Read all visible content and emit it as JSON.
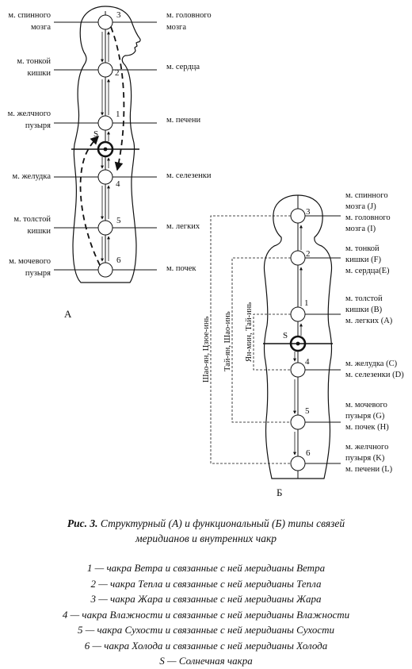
{
  "figure_a": {
    "label": "А",
    "left_labels": [
      {
        "id": "spinal",
        "lines": [
          "м. спинного",
          "мозга"
        ]
      },
      {
        "id": "small",
        "lines": [
          "м. тонкой",
          "кишки"
        ]
      },
      {
        "id": "gall",
        "lines": [
          "м. желчного",
          "пузыря"
        ]
      },
      {
        "id": "stomach",
        "lines": [
          "м. желудка"
        ]
      },
      {
        "id": "large",
        "lines": [
          "м. толстой",
          "кишки"
        ]
      },
      {
        "id": "bladder",
        "lines": [
          "м. мочевого",
          "пузыря"
        ]
      }
    ],
    "right_labels": [
      {
        "id": "brain",
        "lines": [
          "м. головного",
          "мозга"
        ]
      },
      {
        "id": "heart",
        "lines": [
          "м. сердца"
        ]
      },
      {
        "id": "liver",
        "lines": [
          "м. печени"
        ]
      },
      {
        "id": "spleen",
        "lines": [
          "м. селезенки"
        ]
      },
      {
        "id": "lungs",
        "lines": [
          "м. легких"
        ]
      },
      {
        "id": "kidney",
        "lines": [
          "м. почек"
        ]
      }
    ],
    "chakra_numbers": [
      "3",
      "2",
      "1",
      "4",
      "5",
      "6"
    ],
    "solar_label": "S"
  },
  "figure_b": {
    "label": "Б",
    "right_labels": [
      {
        "id": "b3",
        "lines": [
          "м. спинного",
          "мозга (J)",
          "м. головного",
          "мозга (I)"
        ]
      },
      {
        "id": "b2",
        "lines": [
          "м. тонкой",
          "кишки (F)",
          "м. сердца(E)"
        ]
      },
      {
        "id": "b1",
        "lines": [
          "м. толстой",
          "кишки (B)",
          "м. легких (A)"
        ]
      },
      {
        "id": "b4",
        "lines": [
          "м. желудка (C)",
          "м. селезенки (D)"
        ]
      },
      {
        "id": "b5",
        "lines": [
          "м. мочевого",
          "пузыря (G)",
          "м. почек (H)"
        ]
      },
      {
        "id": "b6",
        "lines": [
          "м. желчного",
          "пузыря (K)",
          "м. печени (L)"
        ]
      }
    ],
    "chakra_numbers": [
      "3",
      "2",
      "1",
      "4",
      "5",
      "6"
    ],
    "solar_label": "S",
    "bracket_labels": [
      "Шао-ян, Цзюе-инь",
      "Тай-ян, Шао-инь",
      "Ян-мин, Тай-инь"
    ]
  },
  "caption": {
    "prefix": "Рис. 3.",
    "line1": " Структурный (А) и функциональный (Б) типы связей",
    "line2": "меридианов и внутренних чакр"
  },
  "legend": [
    "1  — чакра Ветра и связанные с ней меридианы Ветра",
    "2  — чакра Тепла и связанные с ней меридианы Тепла",
    "3  — чакра Жара и связанные с ней меридианы Жара",
    "4  — чакра Влажности и связанные с ней меридианы Влажности",
    "5  — чакра Сухости и связанные с ней меридианы Сухости",
    "6  — чакра Холода и связанные с ней меридианы Холода",
    "S  — Солнечная чакра"
  ]
}
